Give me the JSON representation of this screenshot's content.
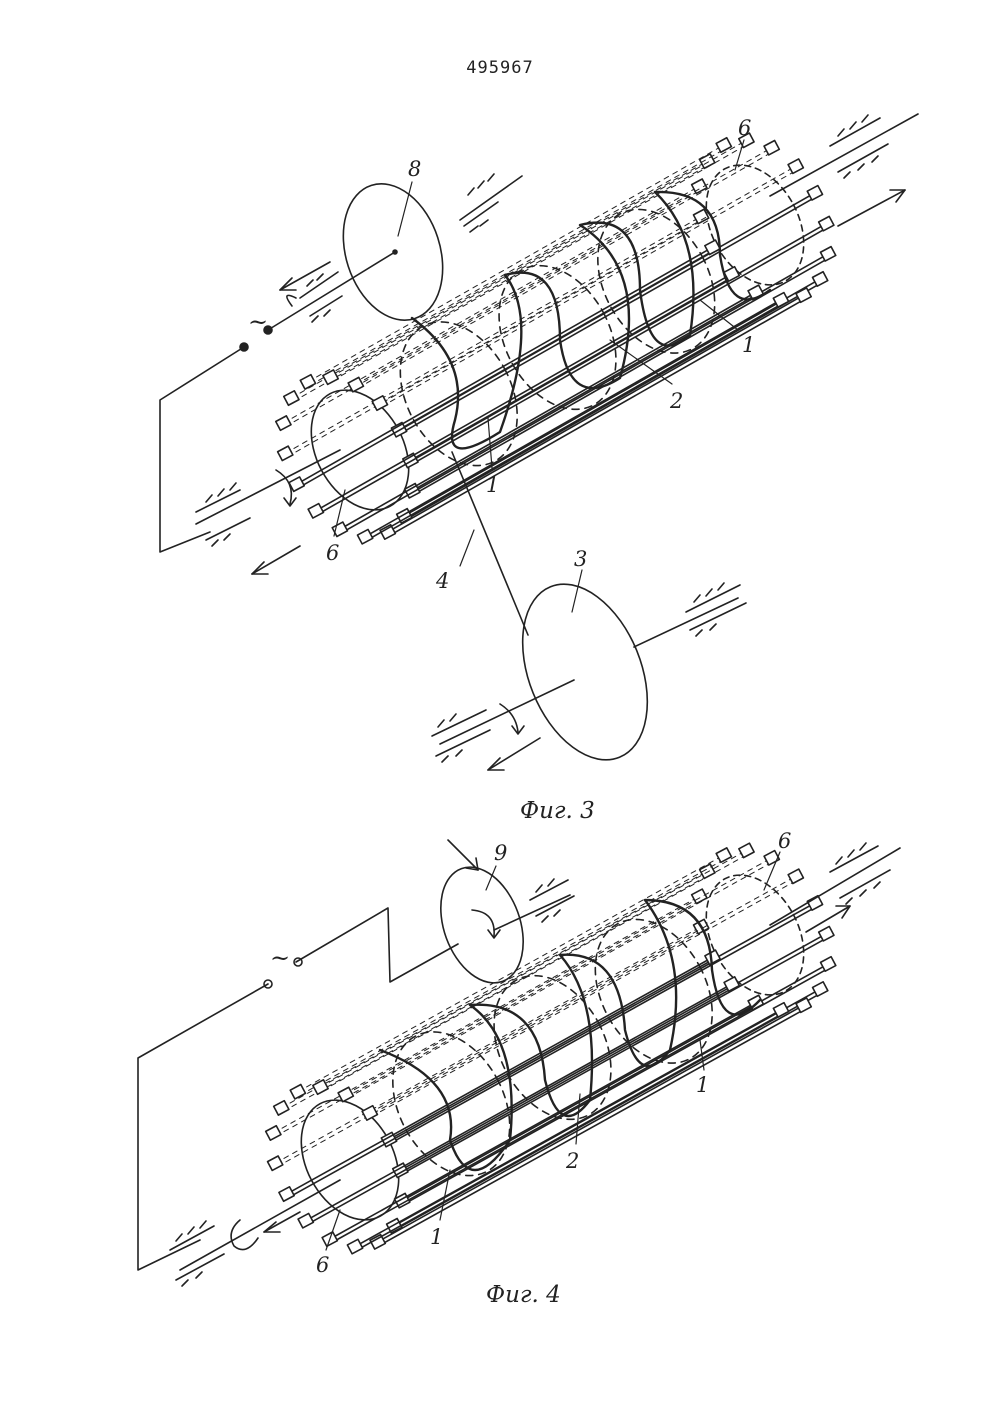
{
  "patent_number": "495967",
  "figures": [
    {
      "caption": "Фиг. 3",
      "labels": {
        "outer_bars": "1",
        "helix": "2",
        "disc_lower": "3",
        "wire": "4",
        "ends": "6",
        "disc_upper": "8"
      },
      "ac_symbol": "~"
    },
    {
      "caption": "Фиг. 4",
      "labels": {
        "outer_bars": "1",
        "helix": "2",
        "ends": "6",
        "disc": "9"
      },
      "ac_symbol": "~"
    }
  ]
}
